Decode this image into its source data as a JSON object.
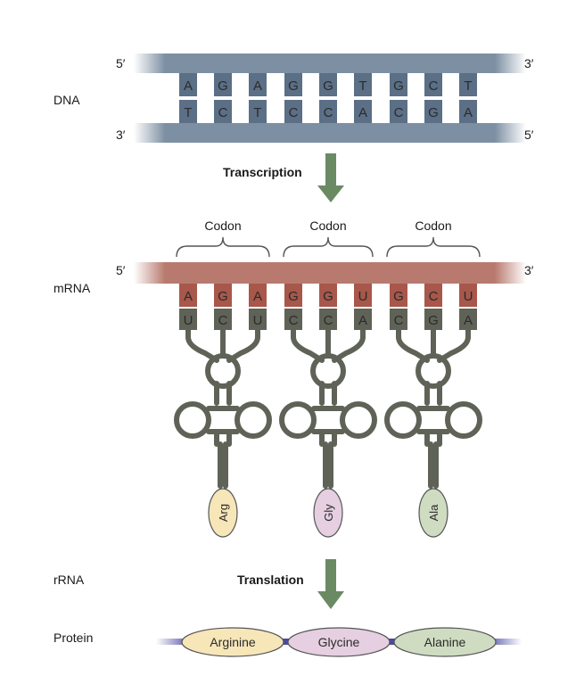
{
  "labels": {
    "dna": "DNA",
    "mrna": "mRNA",
    "rrna": "rRNA",
    "protein": "Protein"
  },
  "strand_ends": {
    "five": "5′",
    "three": "3′"
  },
  "processes": {
    "transcription": "Transcription",
    "translation": "Translation"
  },
  "dna": {
    "top_strand": [
      "A",
      "G",
      "A",
      "G",
      "G",
      "T",
      "G",
      "C",
      "T"
    ],
    "bottom_strand": [
      "T",
      "C",
      "T",
      "C",
      "C",
      "A",
      "C",
      "G",
      "A"
    ]
  },
  "mrna": {
    "codon_label": "Codon",
    "bases": [
      "A",
      "G",
      "A",
      "G",
      "G",
      "U",
      "G",
      "C",
      "U"
    ],
    "anticodons": [
      "U",
      "C",
      "U",
      "C",
      "C",
      "A",
      "C",
      "G",
      "A"
    ]
  },
  "trna": {
    "amino_acids": [
      "Arg",
      "Gly",
      "Ala"
    ]
  },
  "protein": {
    "residues": [
      "Arginine",
      "Glycine",
      "Alanine"
    ]
  },
  "colors": {
    "dna_backbone": "#7d8fa3",
    "dna_base": "#5b6f86",
    "mrna_backbone": "#b87a6f",
    "mrna_base": "#a8574b",
    "trna": "#5f6357",
    "arrow": "#6a8a64",
    "arg": "#f7e6b8",
    "gly": "#e5cfe0",
    "ala": "#cfdcc2",
    "protein_chain": "#3a3a8c"
  }
}
